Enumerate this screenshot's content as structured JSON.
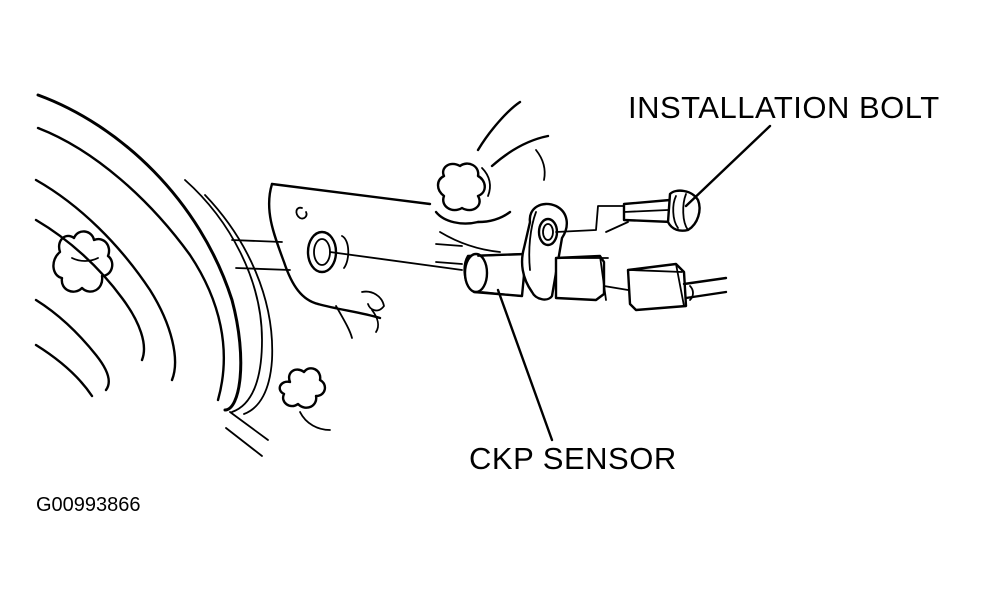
{
  "diagram": {
    "labels": {
      "installation_bolt": "INSTALLATION BOLT",
      "ckp_sensor": "CKP SENSOR",
      "figure_id": "G00993866"
    },
    "colors": {
      "ink": "#000000",
      "background": "#ffffff"
    }
  }
}
